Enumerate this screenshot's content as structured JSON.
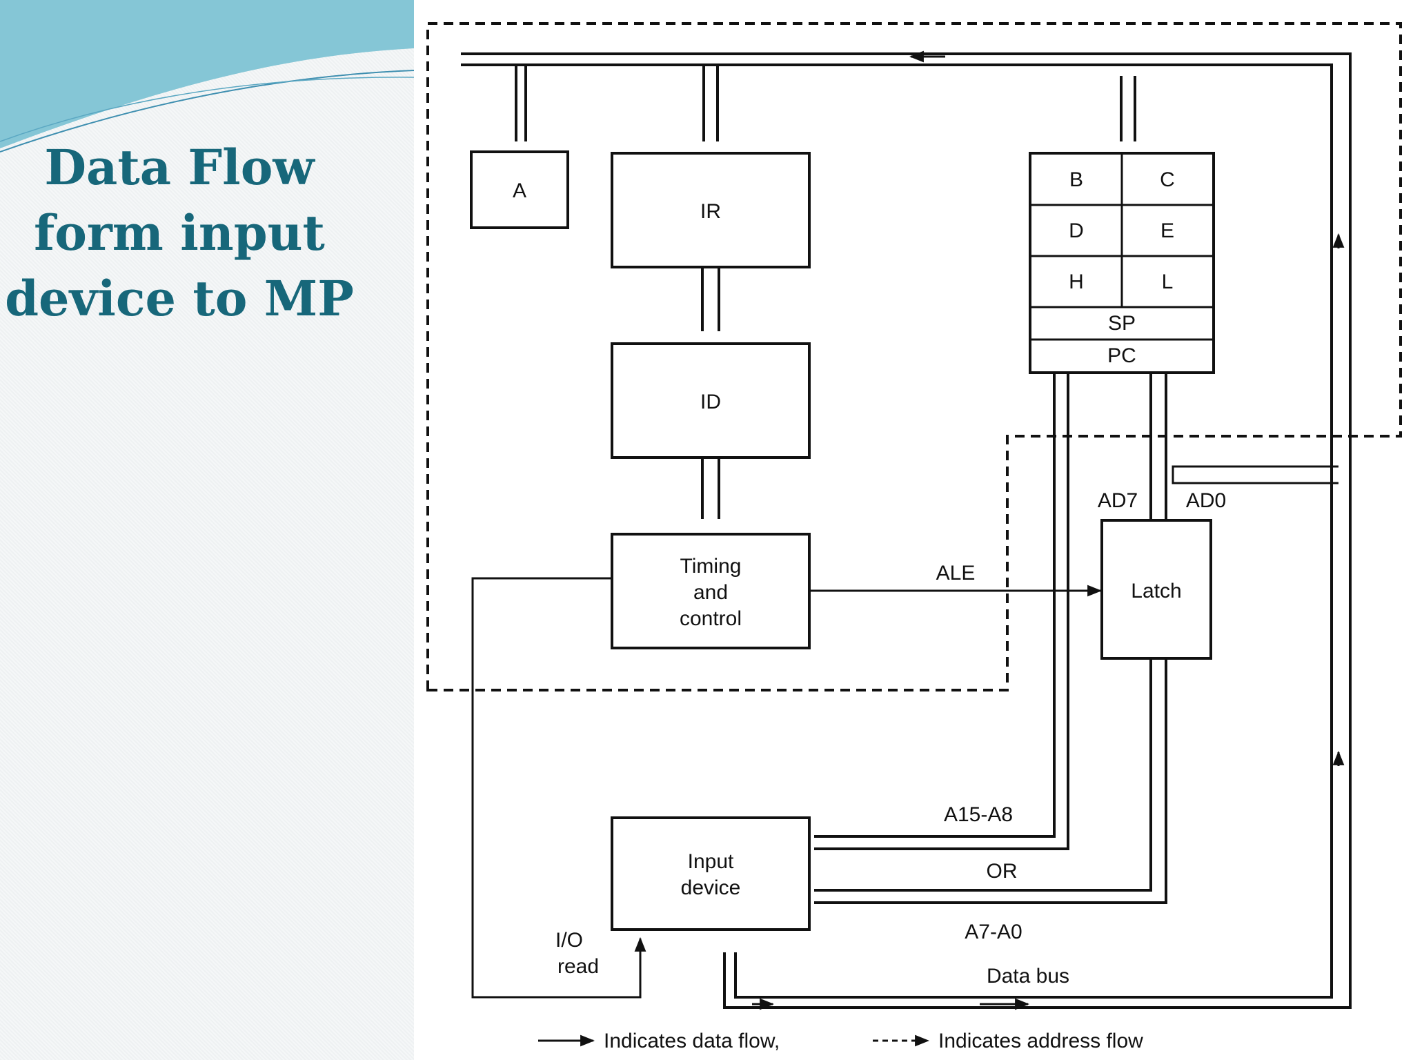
{
  "slide": {
    "title_lines": [
      "Data Flow",
      "form input",
      "device to MP"
    ],
    "accent_color": "#17677a",
    "swoosh_color": "#7cc4d4"
  },
  "diagram": {
    "blocks": {
      "acc": "A",
      "ir": "IR",
      "id": "ID",
      "timing_lines": [
        "Timing",
        "and",
        "control"
      ],
      "latch": "Latch",
      "input_lines": [
        "Input",
        "device"
      ]
    },
    "registers": {
      "pairs": [
        [
          "B",
          "C"
        ],
        [
          "D",
          "E"
        ],
        [
          "H",
          "L"
        ]
      ],
      "sp": "SP",
      "pc": "PC"
    },
    "signals": {
      "ale": "ALE",
      "ad7": "AD7",
      "ad0": "AD0",
      "a15_a8": "A15-A8",
      "or": "OR",
      "a7_a0": "A7-A0",
      "io_read_lines": [
        "I/O",
        "read"
      ],
      "data_bus": "Data bus"
    },
    "legend": {
      "data_flow": "Indicates data flow,",
      "address_flow": "Indicates address flow"
    }
  }
}
